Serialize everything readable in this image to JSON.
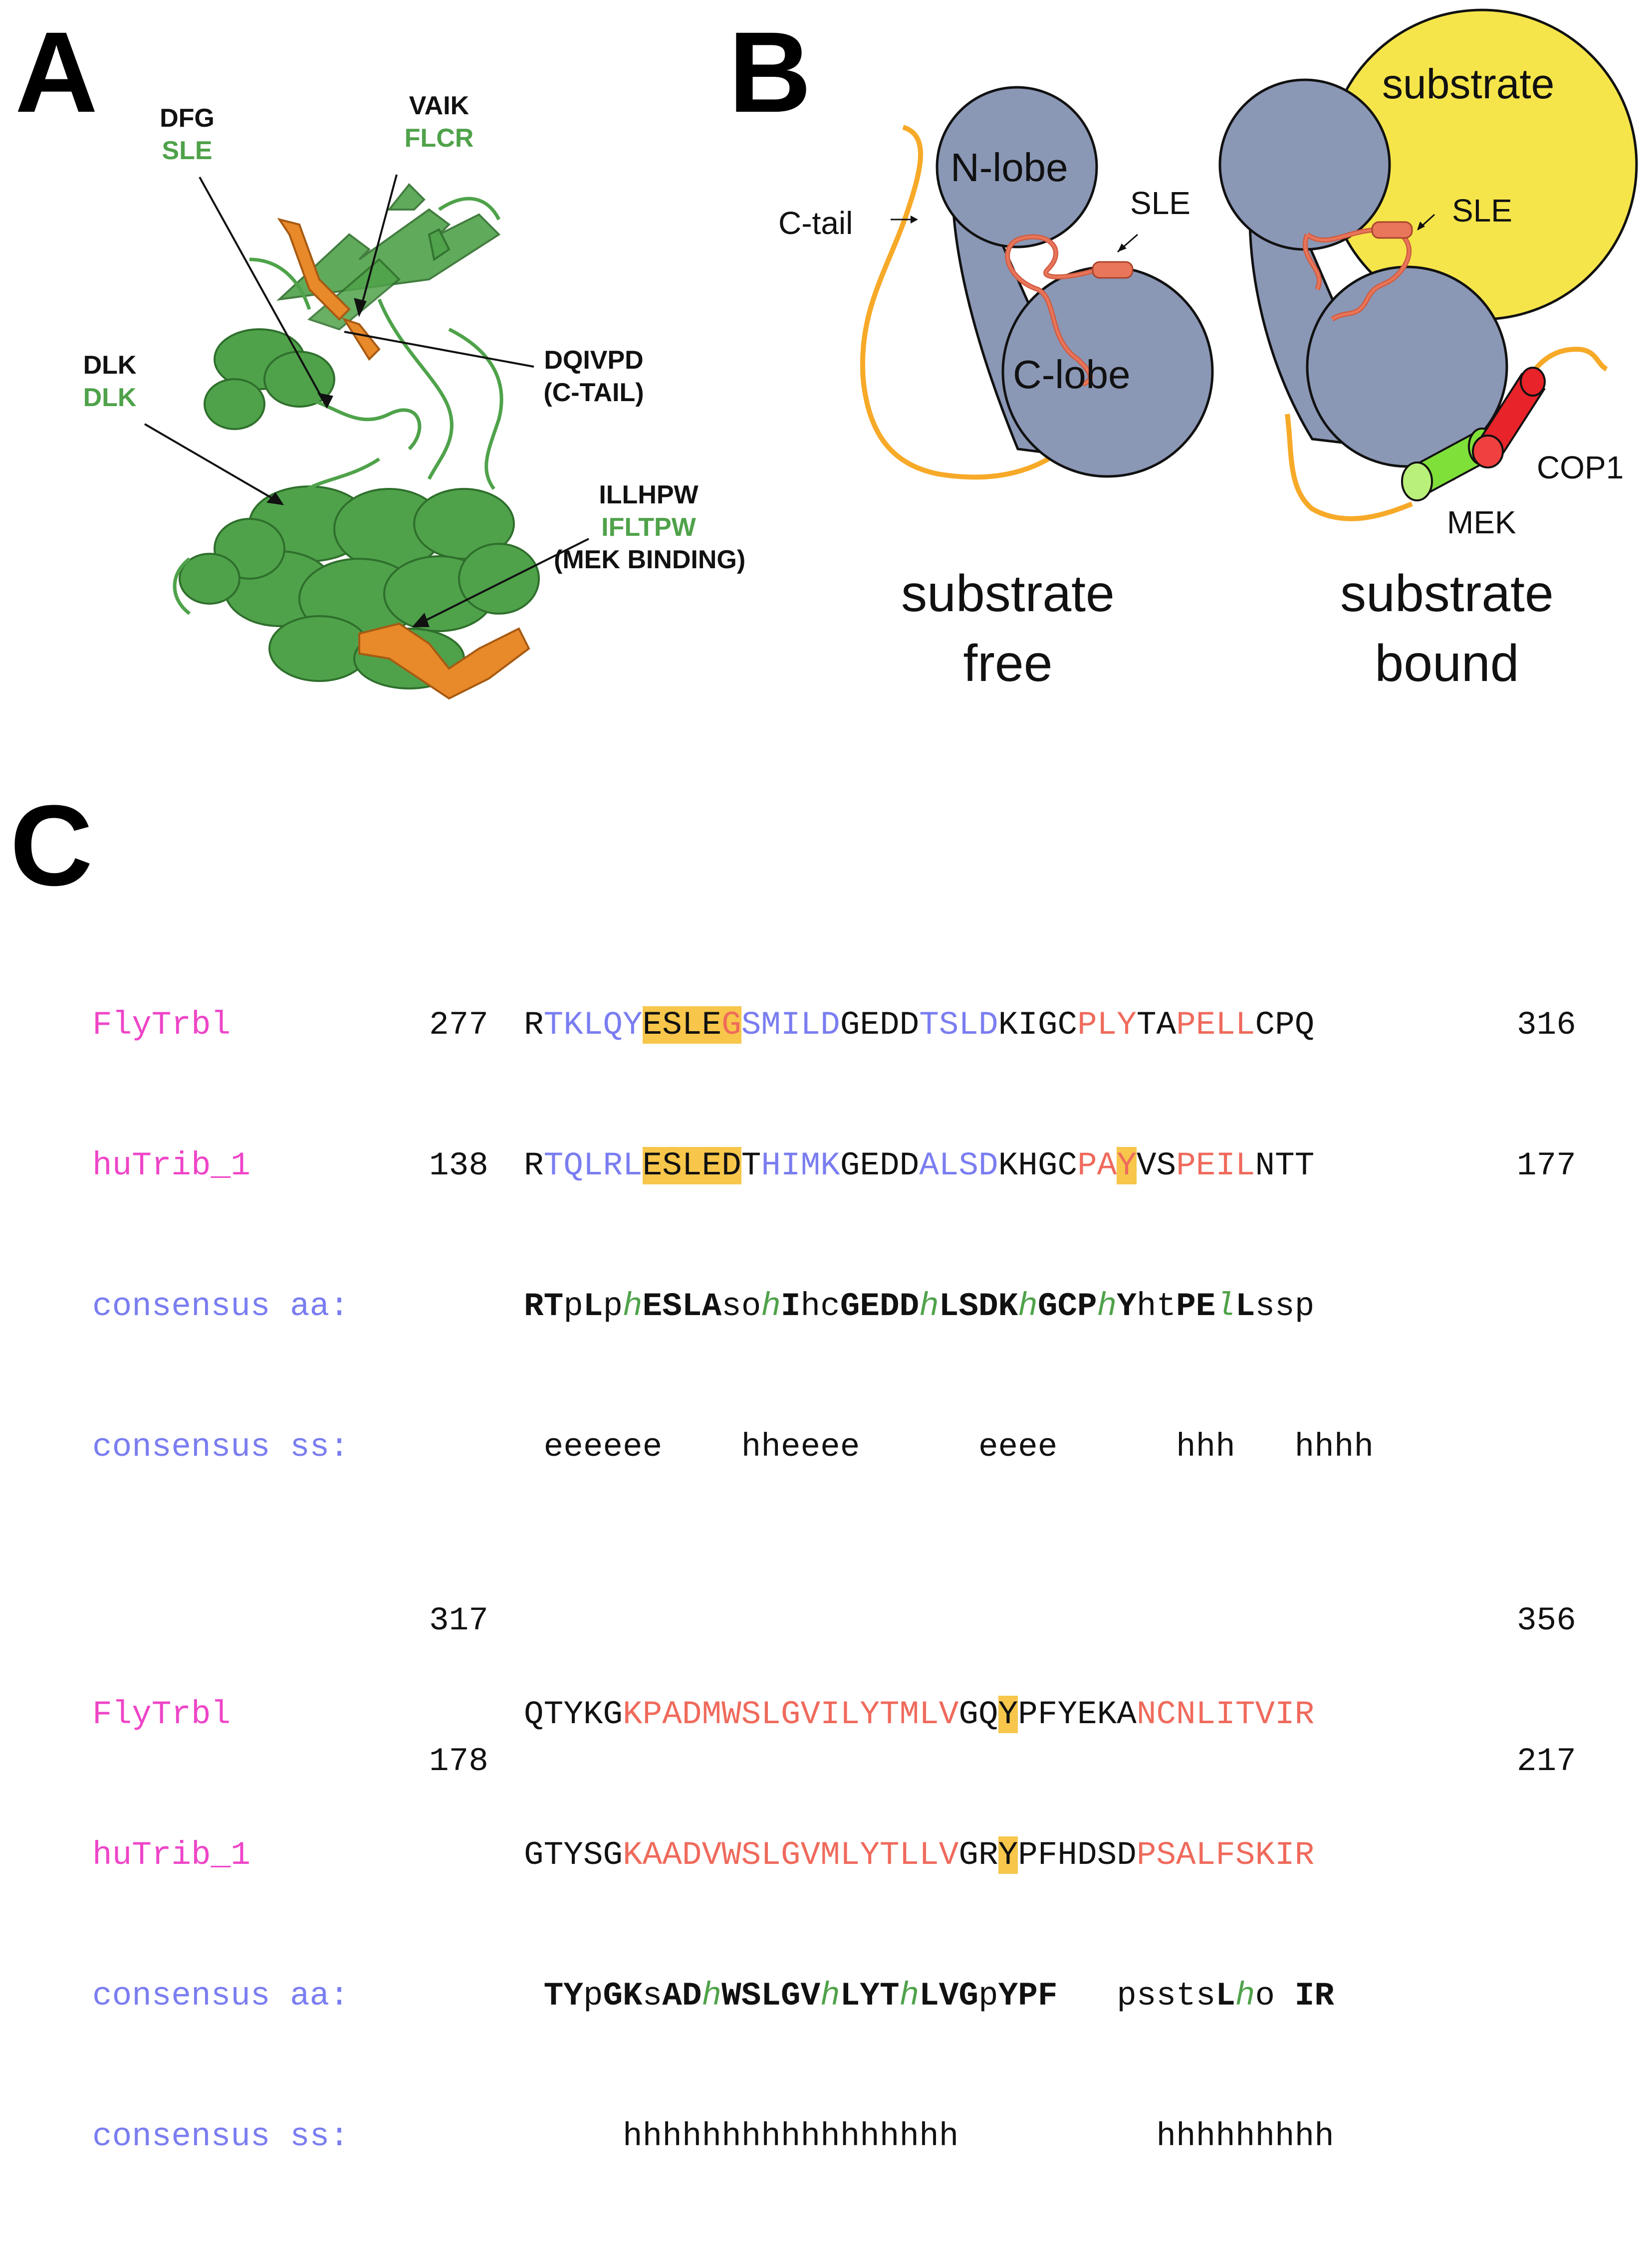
{
  "panels": {
    "a": {
      "letter": "A"
    },
    "b": {
      "letter": "B"
    },
    "c": {
      "letter": "C"
    }
  },
  "panel_a": {
    "dfg_black": "DFG",
    "dfg_green": "SLE",
    "vaik_black": "VAIK",
    "vaik_green": "FLCR",
    "dlk_black": "DLK",
    "dlk_green": "DLK",
    "dqivpd": "DQIVPD",
    "ctail": "(C-TAIL)",
    "illhpw_black": "ILLHPW",
    "illhpw_green": "IFLTPW",
    "mek_binding": "(MEK BINDING)"
  },
  "panel_b": {
    "substrate": "substrate",
    "n_lobe": "N-lobe",
    "c_lobe": "C-lobe",
    "sle_left": "SLE",
    "sle_right": "SLE",
    "c_tail": "C-tail",
    "cop1": "COP1",
    "mek": "MEK",
    "free_line1": "substrate",
    "free_line2": "free",
    "bound_line1": "substrate",
    "bound_line2": "bound"
  },
  "colors": {
    "protein_green": "#4fa24a",
    "highlight_orange": "#e8892a",
    "lobe_blue": "#8a97b5",
    "substrate_yellow": "#f5e54a",
    "tail_orange": "#f7a928",
    "cop1_red": "#e8232a",
    "mek_green": "#7fe03a",
    "sle_salmon": "#e9765a",
    "name_pink": "#ee45c8",
    "consensus_blue": "#7a7df0",
    "residue_red": "#ef6a5c",
    "highlight_yellow": "#f7c64a"
  },
  "alignment": {
    "block1": {
      "fly_name": "FlyTrbl",
      "fly_start": "277",
      "fly_end": "316",
      "hu_name": "huTrib_1",
      "hu_start": "138",
      "hu_end": "177",
      "aa_label": "consensus aa:",
      "ss_label": "consensus ss:",
      "fly_seq": [
        {
          "t": "R",
          "c": "blk"
        },
        {
          "t": "TKLQY",
          "c": "blue"
        },
        {
          "t": "ESLE",
          "c": "blk",
          "hl": true
        },
        {
          "t": "G",
          "c": "red",
          "hl": true
        },
        {
          "t": "SMILD",
          "c": "blue"
        },
        {
          "t": "GEDD",
          "c": "blk"
        },
        {
          "t": "TSLD",
          "c": "blue"
        },
        {
          "t": "KIGC",
          "c": "blk"
        },
        {
          "t": "PLY",
          "c": "red"
        },
        {
          "t": "TA",
          "c": "blk"
        },
        {
          "t": "PELL",
          "c": "red"
        },
        {
          "t": "CPQ",
          "c": "blk"
        }
      ],
      "hu_seq": [
        {
          "t": "R",
          "c": "blk"
        },
        {
          "t": "TQLRL",
          "c": "blue"
        },
        {
          "t": "ESLED",
          "c": "blk",
          "hl": true
        },
        {
          "t": "T",
          "c": "blk"
        },
        {
          "t": "HIMK",
          "c": "blue"
        },
        {
          "t": "GEDD",
          "c": "blk"
        },
        {
          "t": "ALSD",
          "c": "blue"
        },
        {
          "t": "KHGC",
          "c": "blk"
        },
        {
          "t": "PA",
          "c": "red"
        },
        {
          "t": "Y",
          "c": "red",
          "hl": true
        },
        {
          "t": "VS",
          "c": "blk"
        },
        {
          "t": "PEIL",
          "c": "red"
        },
        {
          "t": "NTT",
          "c": "blk"
        }
      ],
      "aa_seq": [
        {
          "t": "RT",
          "c": "blk",
          "b": true
        },
        {
          "t": "p",
          "c": "blk"
        },
        {
          "t": "L",
          "c": "blk",
          "b": true
        },
        {
          "t": "p",
          "c": "blk"
        },
        {
          "t": "h",
          "c": "grn"
        },
        {
          "t": "ESLA",
          "c": "blk",
          "b": true
        },
        {
          "t": "so",
          "c": "blk"
        },
        {
          "t": "h",
          "c": "grn"
        },
        {
          "t": "I",
          "c": "blk",
          "b": true
        },
        {
          "t": "hc",
          "c": "blk"
        },
        {
          "t": "GEDD",
          "c": "blk",
          "b": true
        },
        {
          "t": "h",
          "c": "grn"
        },
        {
          "t": "LSDK",
          "c": "blk",
          "b": true
        },
        {
          "t": "h",
          "c": "grn"
        },
        {
          "t": "GCP",
          "c": "blk",
          "b": true
        },
        {
          "t": "h",
          "c": "grn"
        },
        {
          "t": "Y",
          "c": "blk",
          "b": true
        },
        {
          "t": "ht",
          "c": "blk"
        },
        {
          "t": "PE",
          "c": "blk",
          "b": true
        },
        {
          "t": "l",
          "c": "grn"
        },
        {
          "t": "L",
          "c": "blk",
          "b": true
        },
        {
          "t": "ssp",
          "c": "blk"
        }
      ],
      "ss_seq": " eeeeee    hheeee      eeee      hhh   hhhh"
    },
    "block2": {
      "fly_name": "FlyTrbl",
      "fly_start": "317",
      "fly_end": "356",
      "hu_name": "huTrib_1",
      "hu_start": "178",
      "hu_end": "217",
      "aa_label": "consensus aa:",
      "ss_label": "consensus ss:",
      "fly_seq": [
        {
          "t": "QTYKG",
          "c": "blk"
        },
        {
          "t": "KPADMWSLGVILYTMLV",
          "c": "red"
        },
        {
          "t": "GQ",
          "c": "blk"
        },
        {
          "t": "Y",
          "c": "blk",
          "hl": true
        },
        {
          "t": "PFYEKA",
          "c": "blk"
        },
        {
          "t": "NCNLITVIR",
          "c": "red"
        }
      ],
      "hu_seq": [
        {
          "t": "GTYSG",
          "c": "blk"
        },
        {
          "t": "KAADVWSLGVMLYTLLV",
          "c": "red"
        },
        {
          "t": "GR",
          "c": "blk"
        },
        {
          "t": "Y",
          "c": "blk",
          "hl": true
        },
        {
          "t": "PFHDSD",
          "c": "blk"
        },
        {
          "t": "PSALFSKIR",
          "c": "red"
        }
      ],
      "aa_seq": [
        {
          "t": " ",
          "c": "blk"
        },
        {
          "t": "TY",
          "c": "blk",
          "b": true
        },
        {
          "t": "p",
          "c": "blk"
        },
        {
          "t": "GK",
          "c": "blk",
          "b": true
        },
        {
          "t": "s",
          "c": "blk"
        },
        {
          "t": "AD",
          "c": "blk",
          "b": true
        },
        {
          "t": "h",
          "c": "grn"
        },
        {
          "t": "WSLGV",
          "c": "blk",
          "b": true
        },
        {
          "t": "h",
          "c": "grn"
        },
        {
          "t": "LYT",
          "c": "blk",
          "b": true
        },
        {
          "t": "h",
          "c": "grn"
        },
        {
          "t": "LVG",
          "c": "blk",
          "b": true
        },
        {
          "t": "p",
          "c": "blk"
        },
        {
          "t": "YPF",
          "c": "blk",
          "b": true
        },
        {
          "t": "   pssts",
          "c": "blk"
        },
        {
          "t": "L",
          "c": "blk",
          "b": true
        },
        {
          "t": "h",
          "c": "grn"
        },
        {
          "t": "o ",
          "c": "blk"
        },
        {
          "t": "IR",
          "c": "blk",
          "b": true
        }
      ],
      "ss_seq": "     hhhhhhhhhhhhhhhhh          hhhhhhhhh"
    }
  }
}
